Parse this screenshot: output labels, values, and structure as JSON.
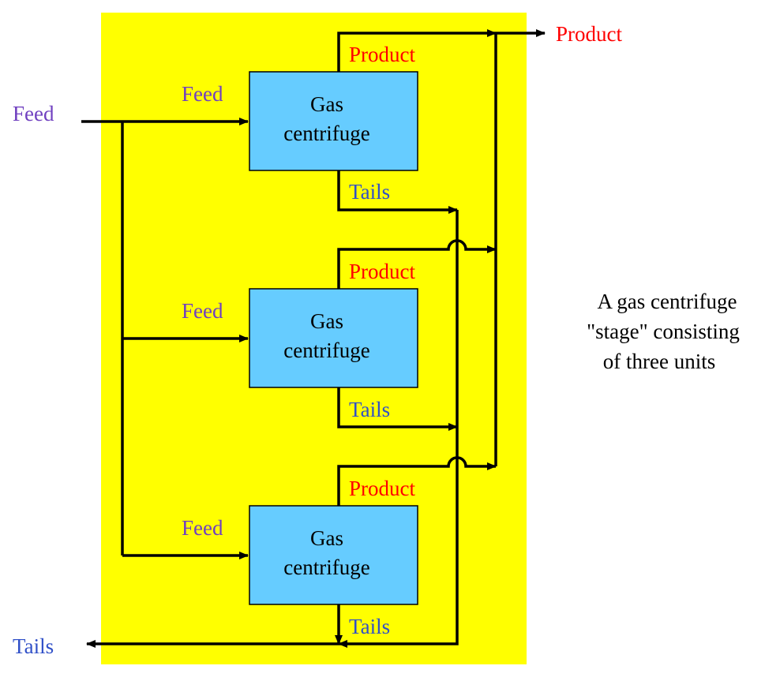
{
  "colors": {
    "background_panel": "#ffff00",
    "box_fill": "#66ccff",
    "product_label": "#ff0000",
    "feed_label": "#7040c0",
    "tails_label": "#3050c8",
    "line": "#000000"
  },
  "external": {
    "feed_in": "Feed",
    "product_out": "Product",
    "tails_out": "Tails"
  },
  "units": [
    {
      "line1": "Gas",
      "line2": "centrifuge",
      "feed": "Feed",
      "product": "Product",
      "tails": "Tails"
    },
    {
      "line1": "Gas",
      "line2": "centrifuge",
      "feed": "Feed",
      "product": "Product",
      "tails": "Tails"
    },
    {
      "line1": "Gas",
      "line2": "centrifuge",
      "feed": "Feed",
      "product": "Product",
      "tails": "Tails"
    }
  ],
  "caption": {
    "line1": "A gas centrifuge",
    "line2": "\"stage\" consisting",
    "line3": "of three units"
  }
}
